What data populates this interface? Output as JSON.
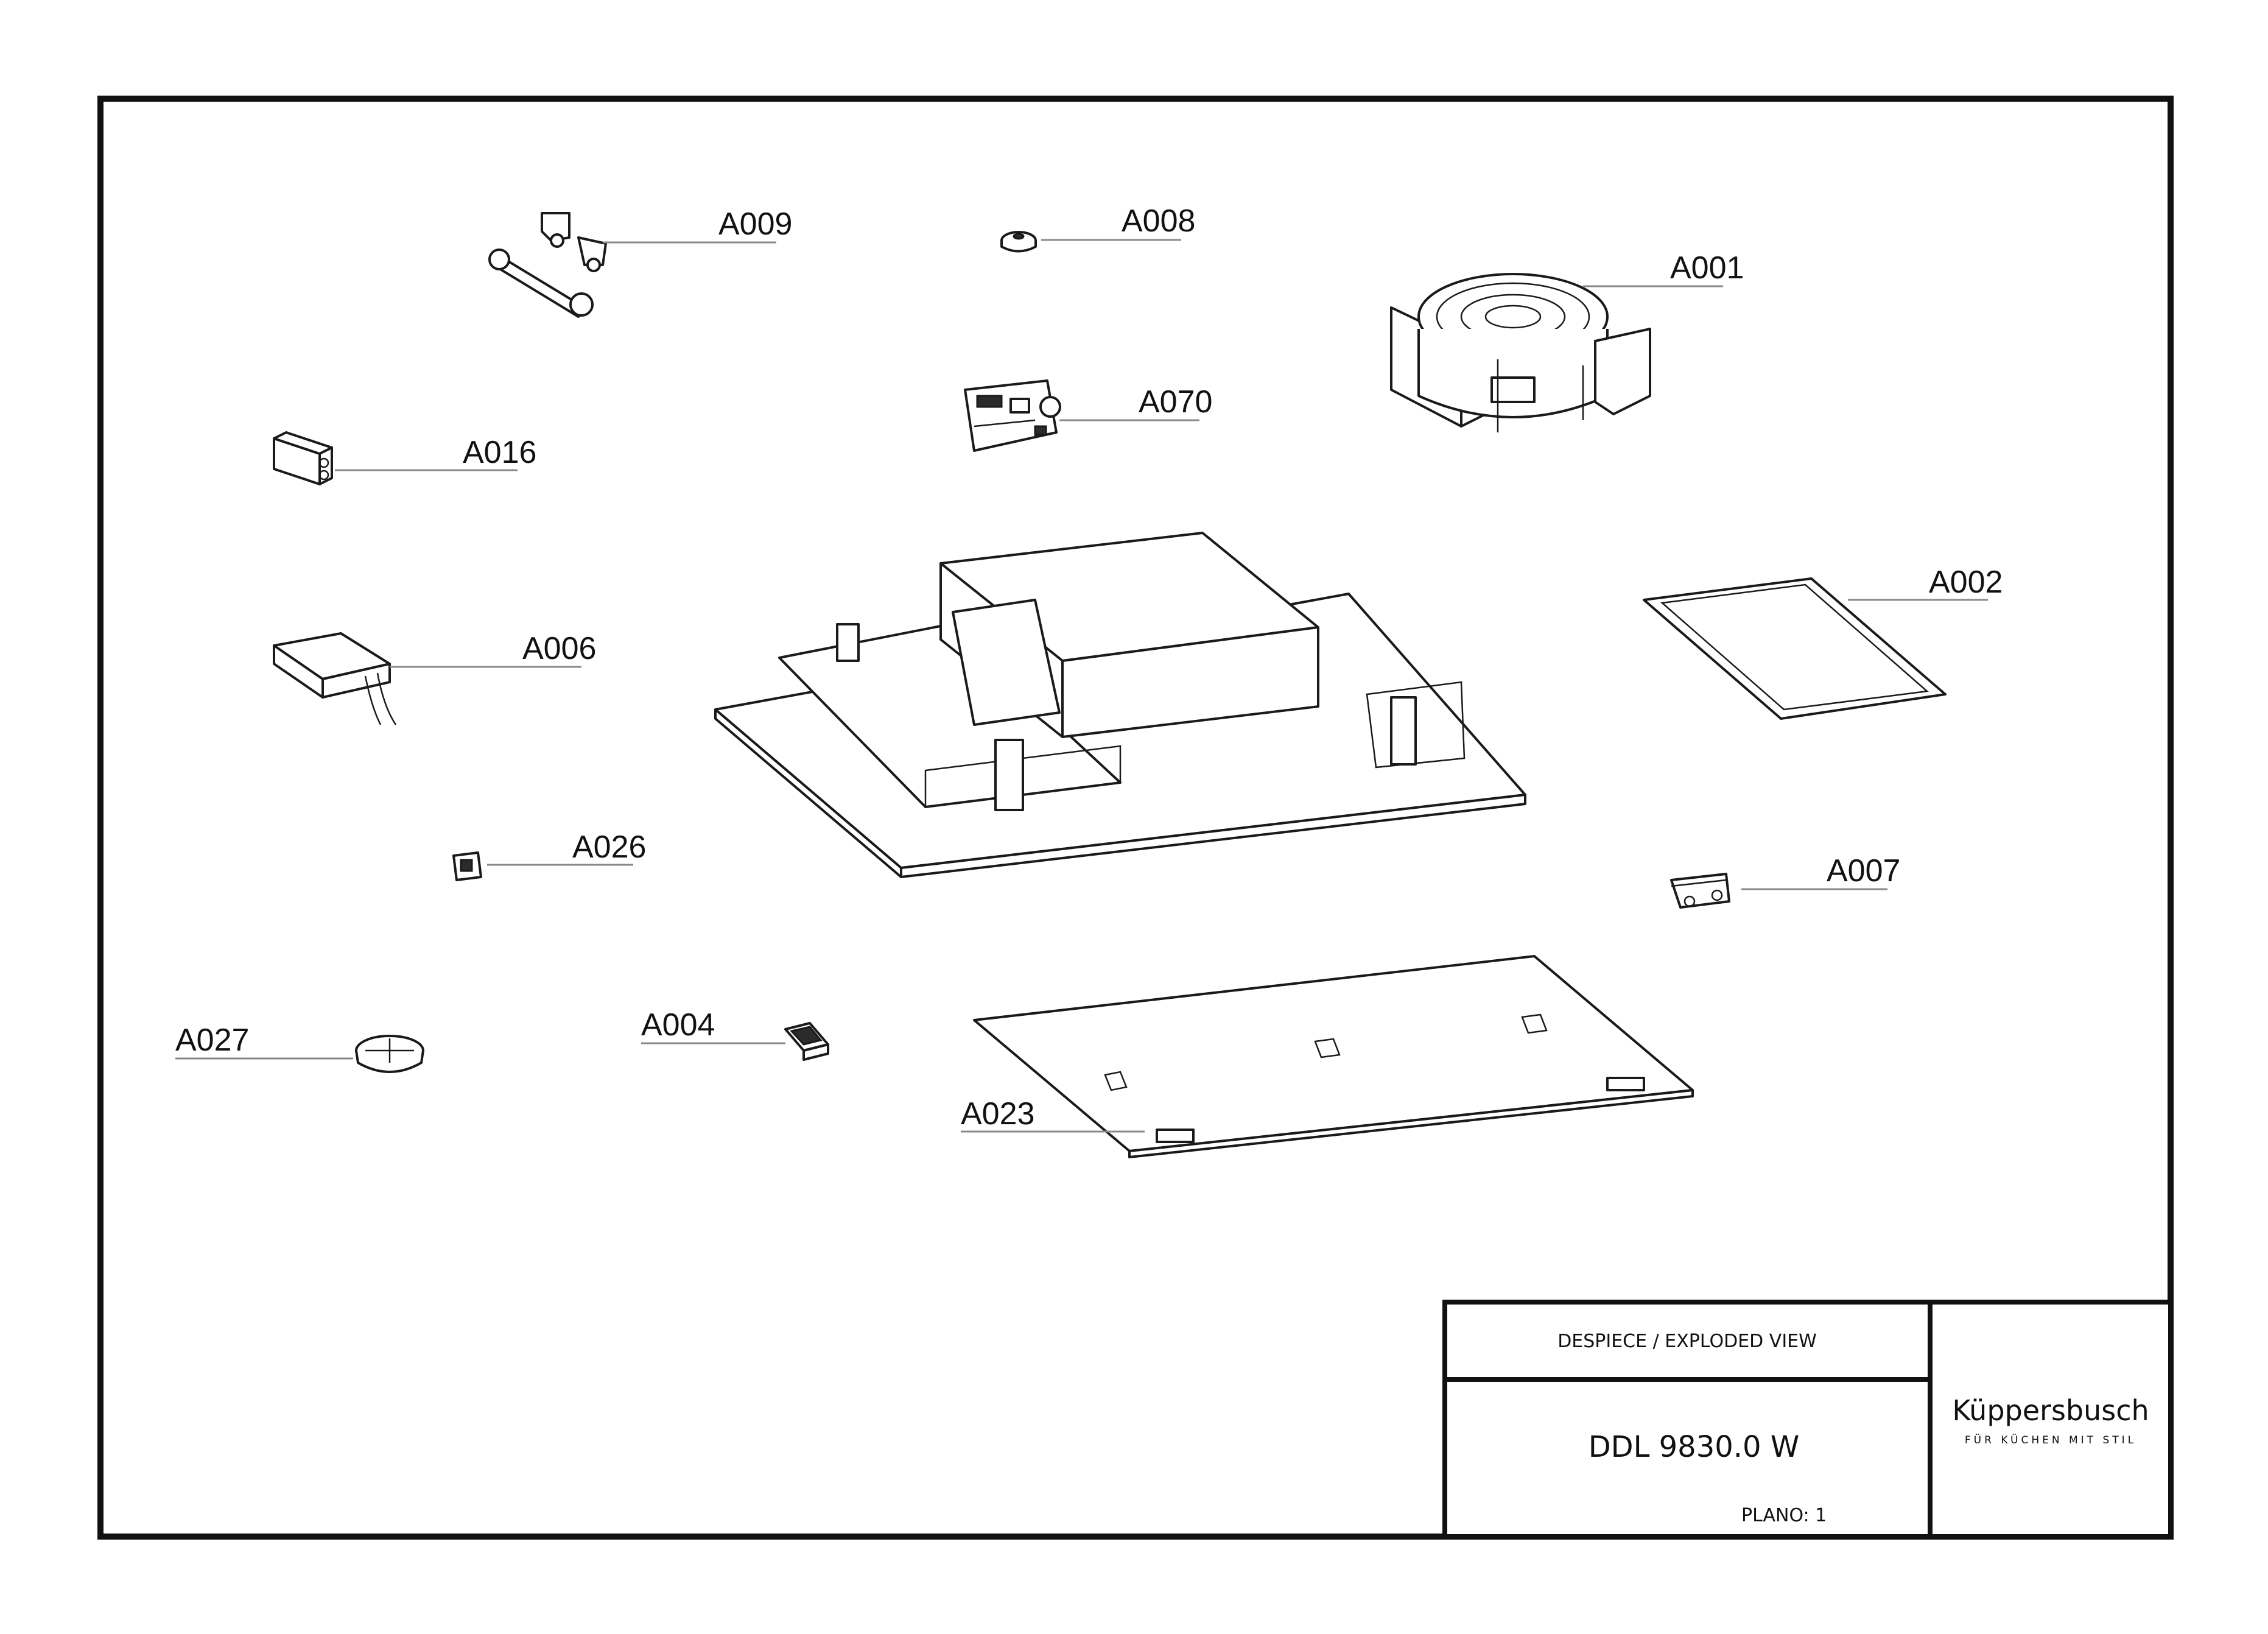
{
  "title_block": {
    "view_title": "DESPIECE / EXPLODED VIEW",
    "model": "DDL 9830.0 W",
    "sheet": "PLANO: 1",
    "brand": "Küppersbusch",
    "tagline": "FÜR KÜCHEN MIT STIL"
  },
  "parts": [
    {
      "code": "A009"
    },
    {
      "code": "A008"
    },
    {
      "code": "A001"
    },
    {
      "code": "A070"
    },
    {
      "code": "A016"
    },
    {
      "code": "A002"
    },
    {
      "code": "A006"
    },
    {
      "code": "A026"
    },
    {
      "code": "A007"
    },
    {
      "code": "A027"
    },
    {
      "code": "A004"
    },
    {
      "code": "A023"
    }
  ]
}
